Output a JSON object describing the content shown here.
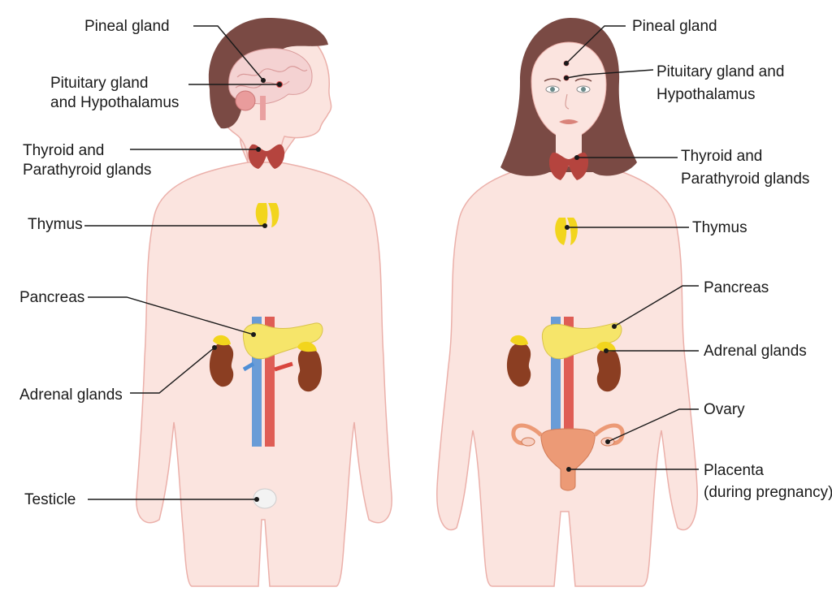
{
  "male": {
    "labels": {
      "pineal": "Pineal gland",
      "pituitary_1": "Pituitary gland",
      "pituitary_2": "and Hypothalamus",
      "thyroid_1": "Thyroid and",
      "thyroid_2": "Parathyroid glands",
      "thymus": "Thymus",
      "pancreas": "Pancreas",
      "adrenal": "Adrenal glands",
      "testicle": "Testicle"
    }
  },
  "female": {
    "labels": {
      "pineal": "Pineal gland",
      "pituitary_1": "Pituitary gland and",
      "pituitary_2": "Hypothalamus",
      "thyroid_1": "Thyroid and",
      "thyroid_2": "Parathyroid glands",
      "thymus": "Thymus",
      "pancreas": "Pancreas",
      "adrenal": "Adrenal glands",
      "ovary": "Ovary",
      "placenta_1": "Placenta",
      "placenta_2": "(during pregnancy)"
    }
  },
  "colors": {
    "skin": "#fbe3df",
    "skin_outline": "#e9a8a2",
    "hair": "#7a4a44",
    "brain": "#f3d0d0",
    "thyroid": "#b5443e",
    "thymus": "#f2d51d",
    "pancreas": "#f6e56a",
    "kidney": "#8b3e22",
    "vein": "#4f8fd6",
    "artery": "#d9453d",
    "uterus": "#ec9a76",
    "leader_line": "#1a1a1a"
  }
}
